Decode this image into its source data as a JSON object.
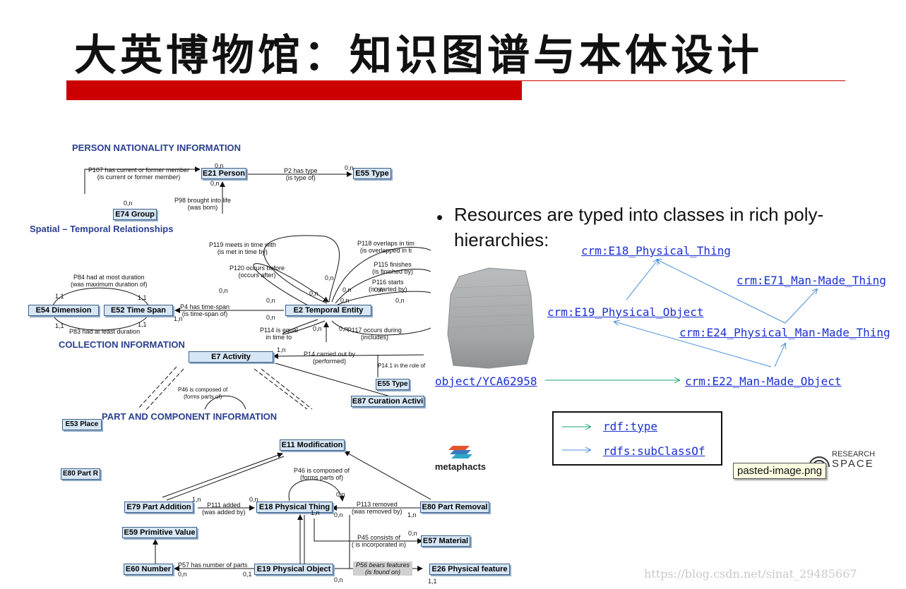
{
  "slide": {
    "title": "大英博物馆：知识图谱与本体设计"
  },
  "cidoc": {
    "sections": {
      "person": "PERSON NATIONALITY INFORMATION",
      "spatial": "Spatial – Temporal Relationships",
      "collection": "COLLECTION INFORMATION",
      "part": "PART AND COMPONENT INFORMATION"
    },
    "boxes": {
      "e21": "E21 Person",
      "e55a": "E55 Type",
      "e74": "E74 Group",
      "e54": "E54 Dimension",
      "e52": "E52 Time Span",
      "e2": "E2 Temporal Entity",
      "e7": "E7 Activity",
      "e55b": "E55 Type",
      "e87": "E87 Curation Activi",
      "e53": "E53 Place",
      "e80a": "E80 Part R",
      "e11": "E11 Modification",
      "e79": "E79 Part Addition",
      "e18": "E18 Physical Thing",
      "e80": "E80 Part Removal",
      "e59": "E59 Primitive Value",
      "e57": "E57 Material",
      "e60": "E60 Number",
      "e19": "E19 Physical Object",
      "e26": "E26 Physical feature"
    },
    "labels": {
      "p107a": "P107 has current or former member",
      "p107b": "(is current or former member)",
      "p2a": "P2 has type",
      "p2b": "(is type of)",
      "p98a": "P98 brought into life",
      "p98b": "(was born)",
      "p119a": "P119 meets in time with",
      "p119b": "(is met in time by)",
      "p118a": "P118 overlaps in tim",
      "p118b": "(is overlapped in ti",
      "p120a": "P120 occurs before",
      "p120b": "(occurs after)",
      "p115a": "P115 finishes",
      "p115b": "(is finished by)",
      "p116a": "P116 starts",
      "p116b": "(is started by)",
      "p84a": "P84 had at most duration",
      "p84b": "(was maximum duration of)",
      "p4a": "P4 has time-span",
      "p4b": "(is time-span of)",
      "p83": "P83 had at least duration",
      "p114a": "P114 is equal",
      "p114b": "in time to",
      "p117a": "P117 occurs during",
      "p117b": "(includes)",
      "p14a": "P14 carried out by",
      "p14b": "(performed)",
      "p141": "P14.1 in the role of",
      "p46a": "P46 is composed of",
      "p46b": "(forms parts of)",
      "p46c": "P46 is composed of",
      "p46d": "(forms parts of)",
      "p111a": "P111 added",
      "p111b": "(was added by)",
      "p113a": "P113 removed",
      "p113b": "(was removed by)",
      "p45a": "P45 consists of",
      "p45b": "( is incorporated in)",
      "p57": "P57 has number of parts",
      "p56a": "P56 bears features",
      "p56b": "(is found on)"
    },
    "cards": {
      "c0n": "0,n",
      "c1n": "1,n",
      "c11": "1,1",
      "c01": "0,1"
    }
  },
  "researchspace": {
    "bullet": "•",
    "text": "Resources are typed into classes in rich poly-hierarchies:",
    "links": {
      "e18": "crm:E18_Physical_Thing",
      "e71": "crm:E71_Man-Made_Thing",
      "e19": "crm:E19_Physical_Object",
      "e24": "crm:E24_Physical_Man-Made_Thing",
      "object": "object/YCA62958",
      "e22": "crm:E22_Man-Made_Object"
    },
    "legend": {
      "type": "rdf:type",
      "subclass": "rdfs:subClassOf"
    },
    "logos": {
      "metaphacts": "metaphacts",
      "research": "RESEARCH",
      "space": "SPACE"
    },
    "colors": {
      "rdf_type": "#1aa36b",
      "subclass": "#4a90d9",
      "link": "#1a2fd1"
    }
  },
  "tooltip": "pasted-image.png",
  "watermark": "https://blog.csdn.net/sinat_29485667"
}
